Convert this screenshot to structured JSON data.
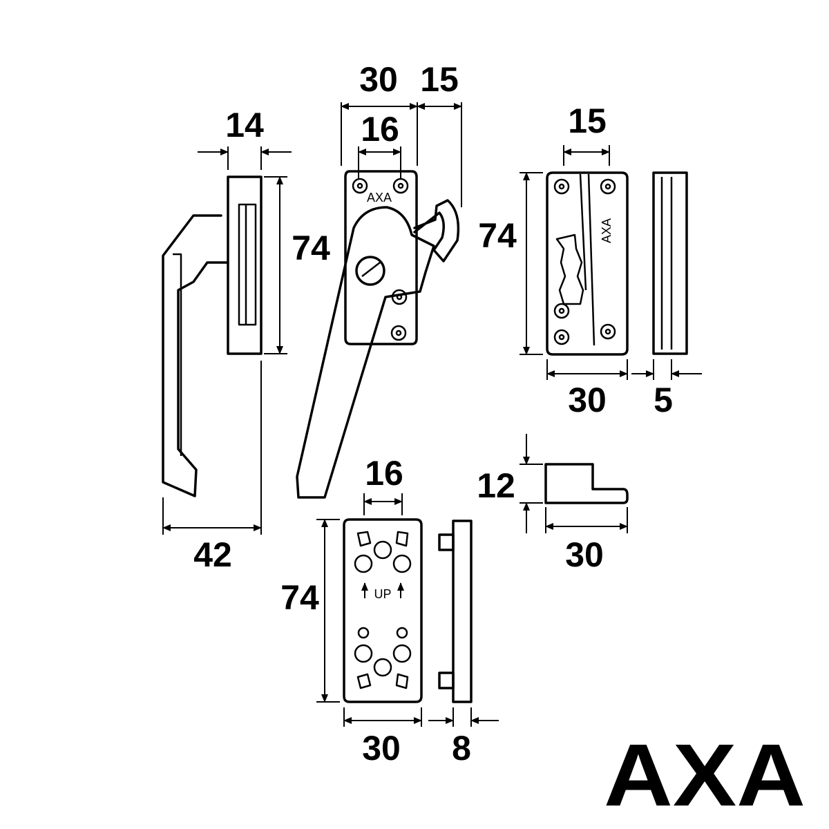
{
  "dimensions": {
    "handle_depth": "14",
    "handle_height": "74",
    "handle_projection": "42",
    "handle_plate_width": "30",
    "hook_reach": "15",
    "handle_hole_spacing": "16",
    "keep_hole_spacing": "15",
    "keep_height": "74",
    "keep_width": "30",
    "packer_thickness": "5",
    "wedge_height": "12",
    "wedge_width": "30",
    "mount_hole_spacing": "16",
    "mount_height": "74",
    "mount_width": "30",
    "mount_thickness": "8"
  },
  "markings": {
    "handle_plate_brand": "AXA",
    "keep_brand": "AXA",
    "mount_orientation": "UP"
  },
  "logo": {
    "text": "AXA",
    "color": "#000000"
  }
}
